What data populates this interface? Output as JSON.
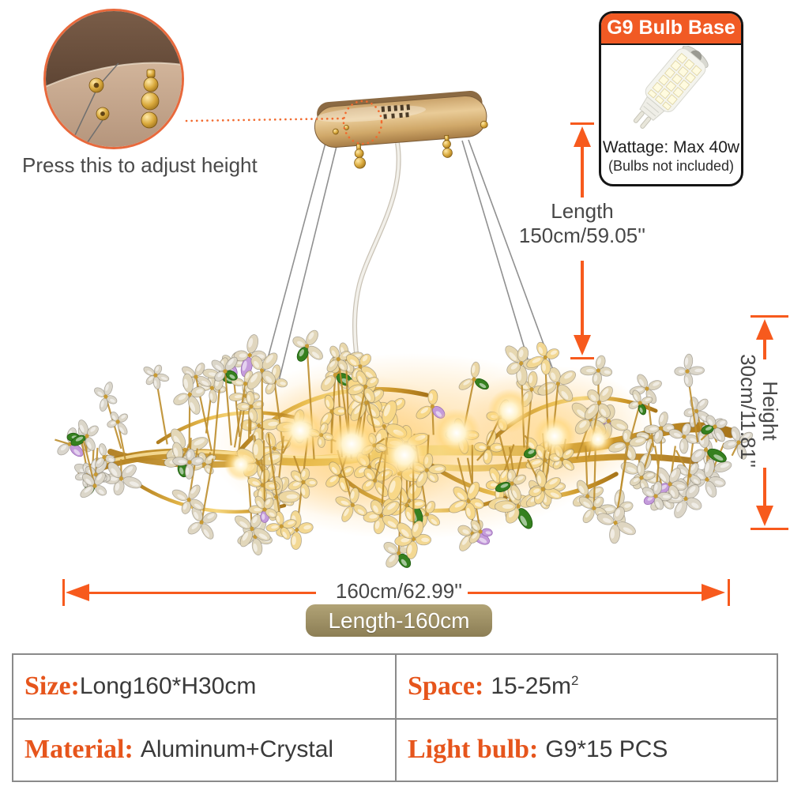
{
  "colors": {
    "accent_orange": "#f75a1d",
    "callout_ring": "#e8693c",
    "bulb_header_bg": "#f15a24",
    "label_orange": "#e6551c",
    "badge_bg": "#a39569",
    "body_text": "#474747",
    "gold_branch": "#c9971e"
  },
  "callout": {
    "caption": "Press this to adjust height"
  },
  "bulb_box": {
    "title": "G9 Bulb Base",
    "wattage": "Wattage: Max 40w",
    "note": "(Bulbs not included)"
  },
  "dimensions": {
    "drop": {
      "line1": "Length",
      "line2": "150cm/59.05''"
    },
    "height": {
      "line1": "Height",
      "line2": "30cm/11.81''"
    },
    "width": {
      "label": "160cm/62.99''",
      "badge": "Length-160cm"
    }
  },
  "specs": {
    "rows": [
      [
        {
          "label": "Size:",
          "value": "Long160*H30cm"
        },
        {
          "label": "Space:",
          "value": "15-25m",
          "sup": "2"
        }
      ],
      [
        {
          "label": "Material:",
          "value": "Aluminum+Crystal"
        },
        {
          "label": "Light bulb:",
          "value": "G9*15 PCS"
        }
      ]
    ]
  }
}
